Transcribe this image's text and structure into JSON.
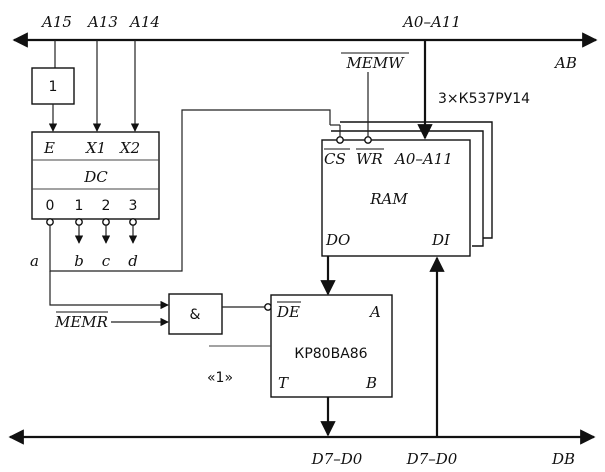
{
  "buses": {
    "address": {
      "name": "AB",
      "tap": "A0–A11"
    },
    "data": {
      "name": "DB",
      "left_tap": "D7–D0",
      "right_tap": "D7–D0"
    }
  },
  "inputs": {
    "a15": "A15",
    "a13": "A13",
    "a14": "A14",
    "memw": "MEMW",
    "memr": "MEMR"
  },
  "inverter": {
    "label": "1"
  },
  "decoder": {
    "enable": "E",
    "x1": "X1",
    "x2": "X2",
    "title": "DC",
    "outputs": [
      "0",
      "1",
      "2",
      "3"
    ],
    "out_names": [
      "a",
      "b",
      "c",
      "d"
    ]
  },
  "ram": {
    "count_label": "3×К537РУ14",
    "cs": "CS",
    "wr": "WR",
    "addr": "A0–A11",
    "title": "RAM",
    "do": "DO",
    "di": "DI"
  },
  "and_gate": {
    "label": "&"
  },
  "transceiver": {
    "de": "DE",
    "a": "A",
    "name": "КР80ВА86",
    "t": "T",
    "b": "B"
  },
  "tie_marker": "«1»"
}
